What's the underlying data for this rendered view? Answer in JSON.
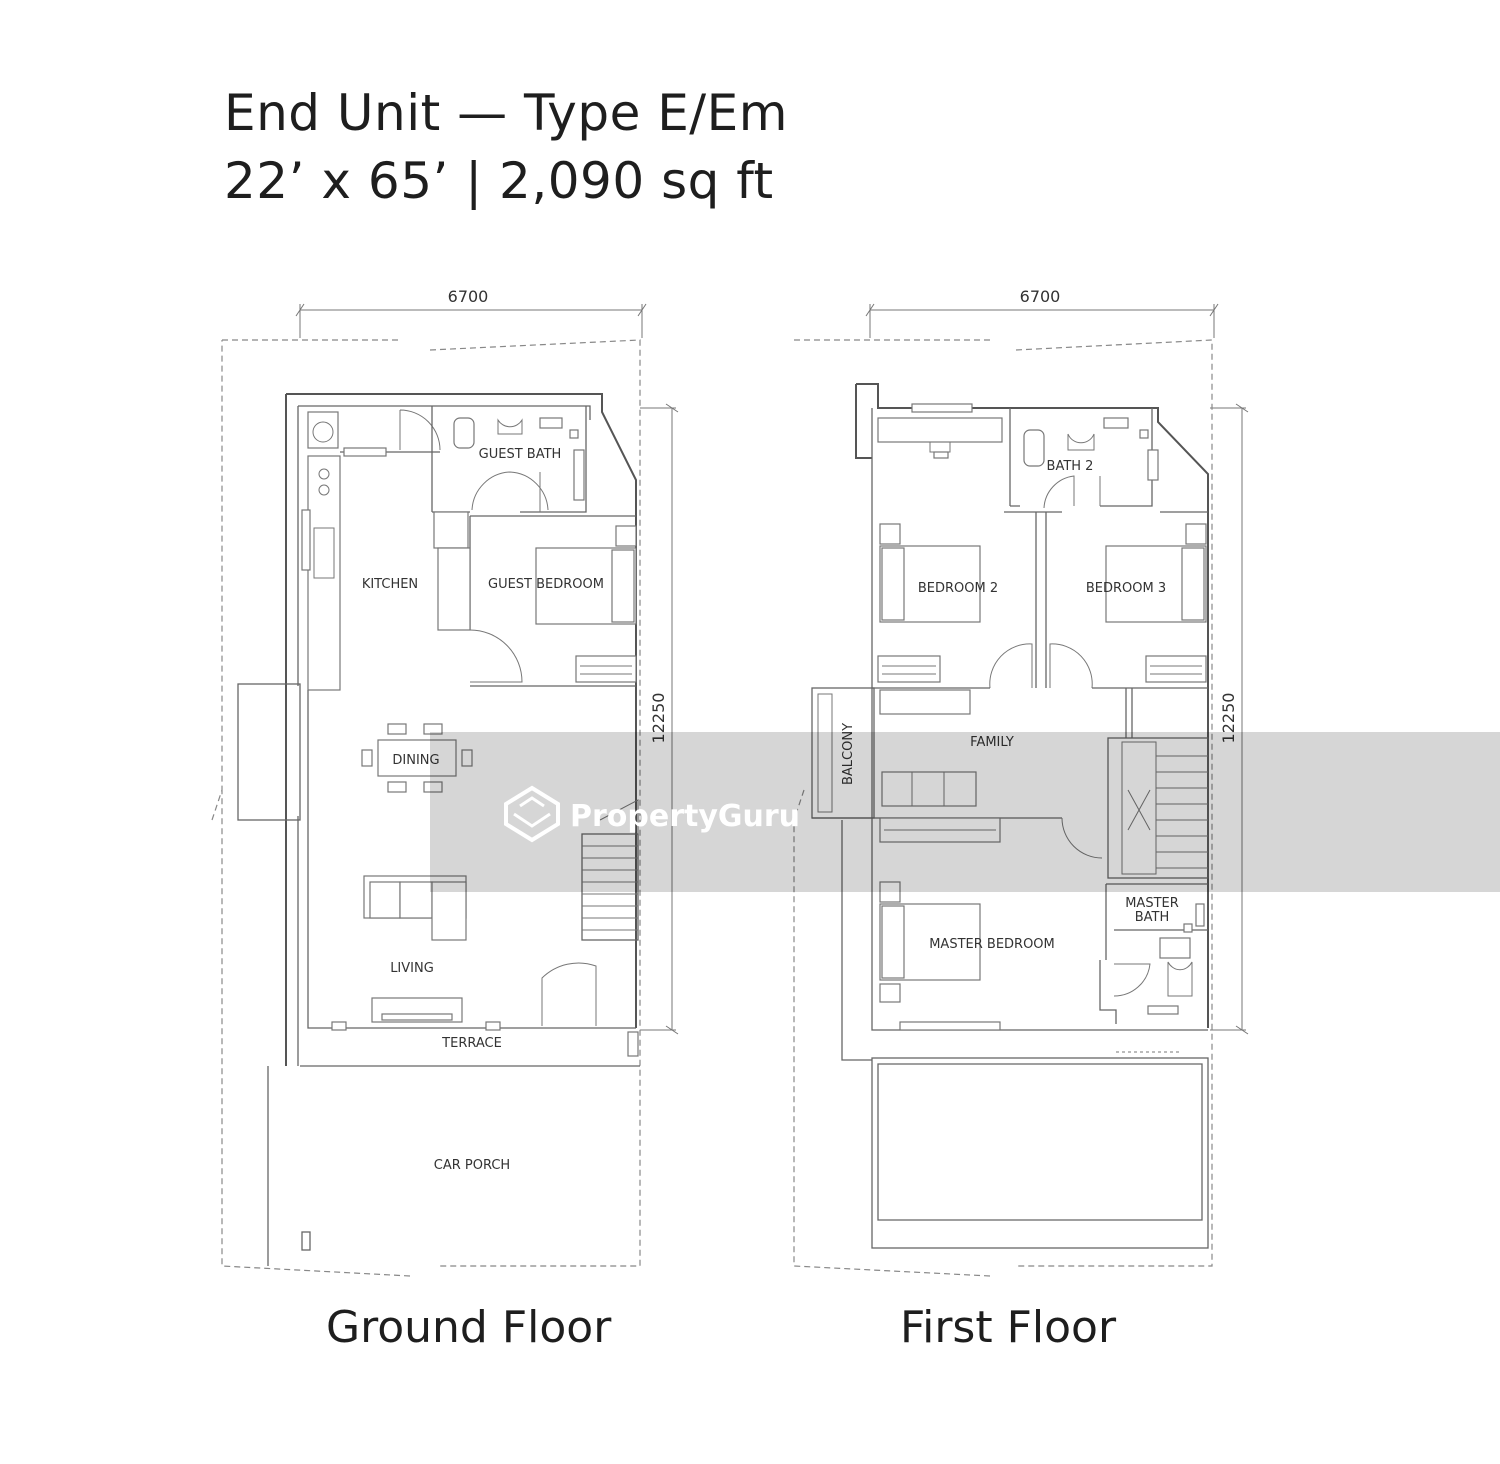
{
  "header": {
    "title": "End Unit — Type E/Em",
    "subtitle": "22’ x 65’  |  2,090 sq ft"
  },
  "ground_floor": {
    "caption": "Ground Floor",
    "width_dim": "6700",
    "depth_dim": "12250",
    "rooms": {
      "guest_bath": "GUEST BATH",
      "kitchen": "KITCHEN",
      "guest_bedroom": "GUEST BEDROOM",
      "dining": "DINING",
      "living": "LIVING",
      "terrace": "TERRACE",
      "car_porch": "CAR PORCH"
    }
  },
  "first_floor": {
    "caption": "First Floor",
    "width_dim": "6700",
    "depth_dim": "12250",
    "rooms": {
      "bath_2": "BATH 2",
      "bedroom_2": "BEDROOM 2",
      "bedroom_3": "BEDROOM 3",
      "balcony": "BALCONY",
      "family": "FAMILY",
      "master_bath_line1": "MASTER",
      "master_bath_line2": "BATH",
      "master_bedroom": "MASTER BEDROOM"
    }
  },
  "watermark": {
    "text": "PropertyGuru"
  }
}
